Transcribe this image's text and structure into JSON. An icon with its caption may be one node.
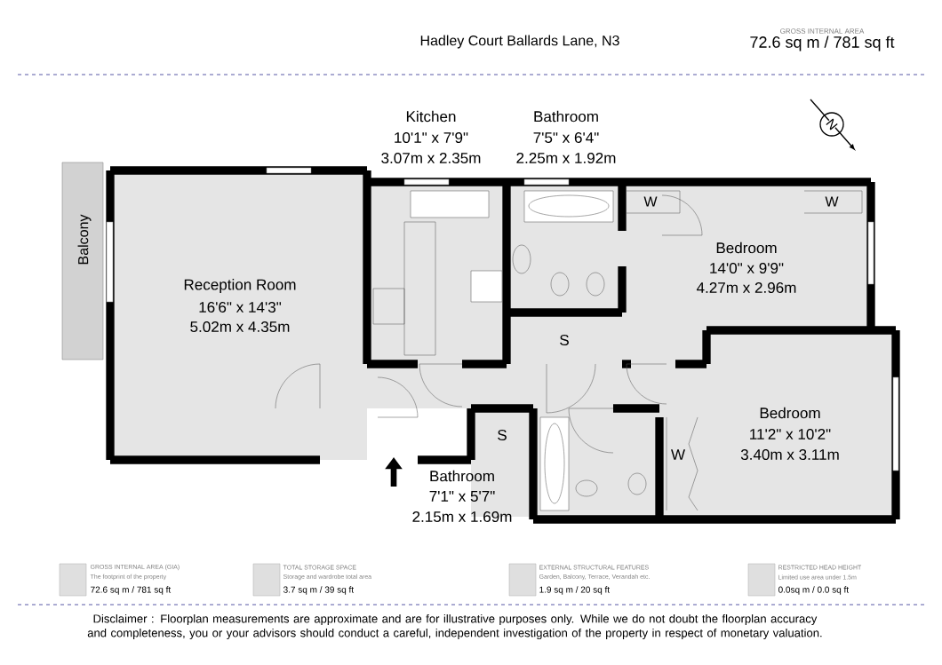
{
  "diagram": {
    "labels": [
      "Hadley Court Ballards Lane, N3",
      "GROSS INTERNAL AREA",
      "72.6 sq m / 781 sq ft",
      "Kitchen",
      "10'1\" x 7'9\"",
      "3.07m x 2.35m",
      "Bathroom",
      "7'5\" x 6'4\"",
      "2.25m x 1.92m",
      "N",
      "W",
      "W",
      "Balcony",
      "Bedroom",
      "14'0\" x 9'9\"",
      "4.27m x 2.96m",
      "Reception Room",
      "16'6\" x 14'3\"",
      "5.02m x 4.35m",
      "S",
      "Bedroom",
      "11'2\" x 10'2\"",
      "3.40m x 3.11m",
      "S",
      "W",
      "Bathroom",
      "7'1\" x 5'7\"",
      "2.15m x 1.69m",
      "The footprint of the property",
      "72.6 sq m / 781 sq ft",
      "Storage and wardrobe total area",
      "3.7 sq m / 39 sq ft",
      "Garden, Balcony, Terrace, Verandah etc.",
      "1.9 sq m / 20 sq ft",
      "Limited use area under 1.5m",
      "0.0sq m / 0.0 sq ft",
      "Disclaimer : Floorplan measurements are approximate and are for illustrative purposes only. While we do not doubt the floorplan accuracy and completeness, you or your advisors should conduct a careful, independent investigation of the property in respect of monetary valuation."
    ],
    "legend": [
      {
        "text": "GROSS INTERNAL AREA (GIA)"
      },
      {
        "text": "TOTAL STORAGE SPACE"
      },
      {
        "text": "EXTERNAL STRUCTURAL FEATURES"
      },
      {
        "text": "RESTRICTED HEAD HEIGHT"
      }
    ]
  }
}
